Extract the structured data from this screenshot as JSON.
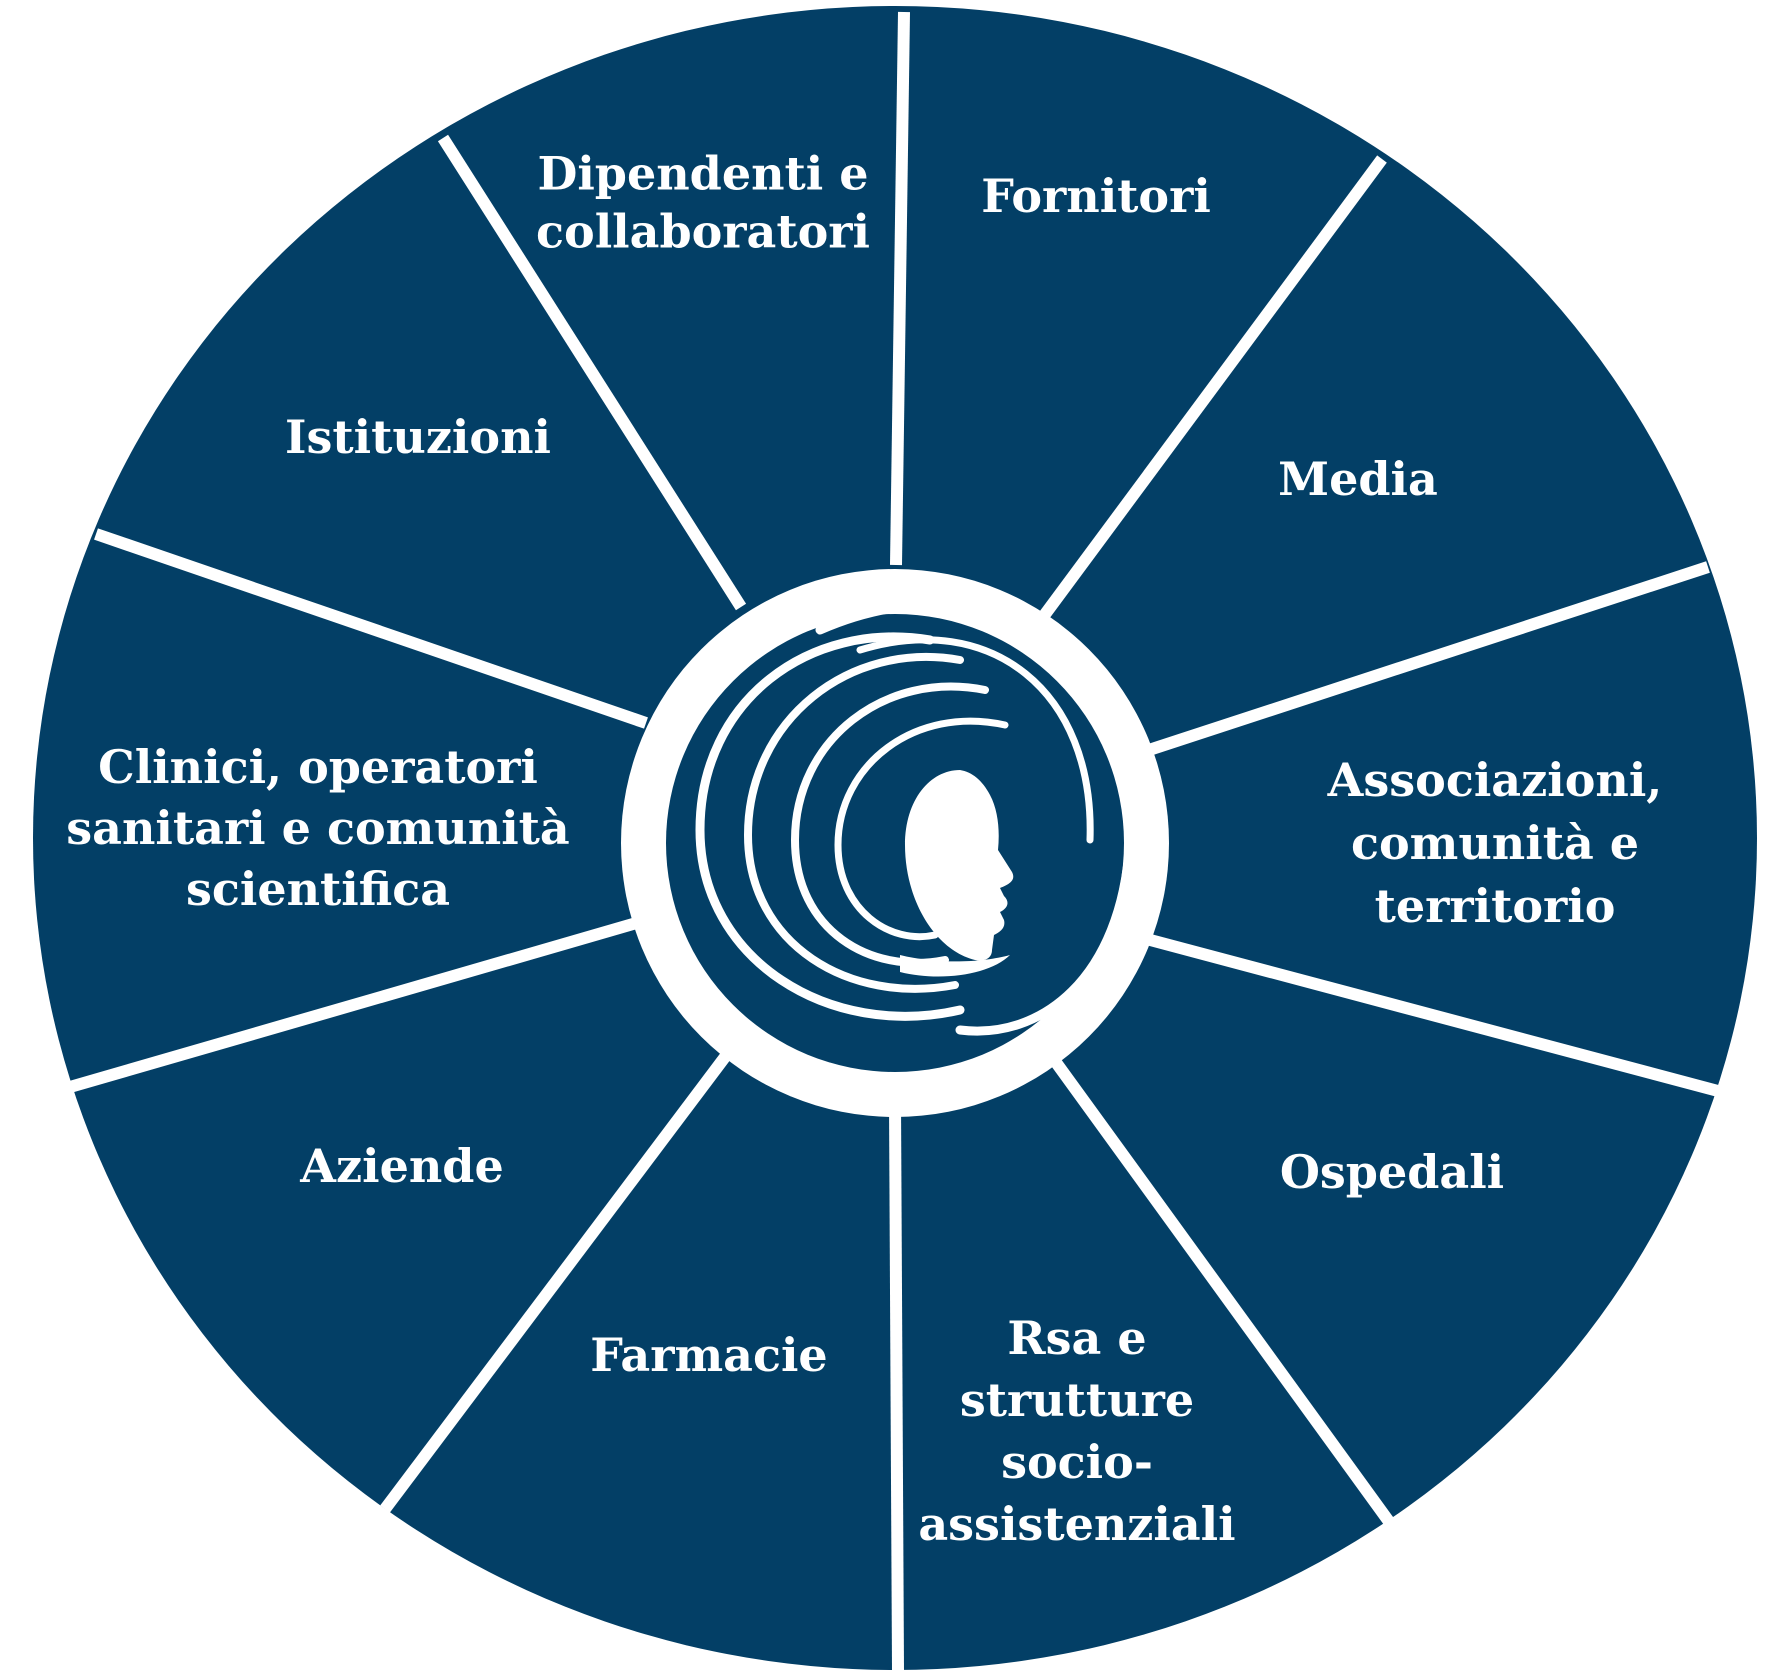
{
  "diagram": {
    "colors": {
      "segment_fill": "#033f66",
      "divider": "#ffffff",
      "label_text": "#ffffff",
      "center_logo": "#033f66"
    },
    "center_logo": {
      "icon": "swirl-face-logo-icon"
    },
    "segments": [
      {
        "lines": [
          "Dipendenti e",
          "collaboratori"
        ]
      },
      {
        "lines": [
          "Fornitori"
        ]
      },
      {
        "lines": [
          "Media"
        ]
      },
      {
        "lines": [
          "Associazioni,",
          "comunità e",
          "territorio"
        ]
      },
      {
        "lines": [
          "Ospedali"
        ]
      },
      {
        "lines": [
          "Rsa e",
          "strutture",
          "socio-",
          "assistenziali"
        ]
      },
      {
        "lines": [
          "Farmacie"
        ]
      },
      {
        "lines": [
          "Aziende"
        ]
      },
      {
        "lines": [
          "Clinici, operatori",
          "sanitari e comunità",
          "scientifica"
        ]
      },
      {
        "lines": [
          "Istituzioni"
        ]
      }
    ]
  }
}
